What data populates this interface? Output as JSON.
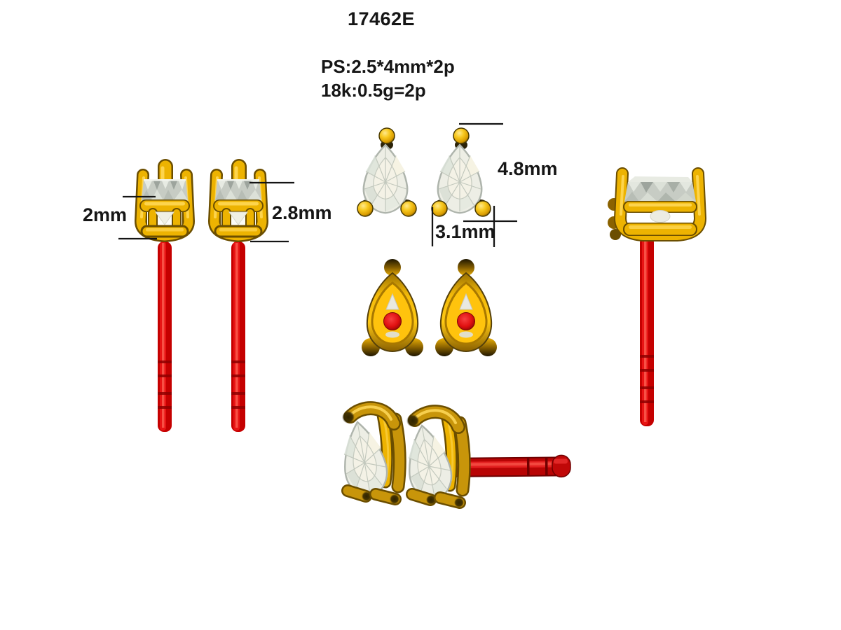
{
  "title": "17462E",
  "specs": {
    "stone_spec": "PS:2.5*4mm*2p",
    "metal_spec": "18k:0.5g=2p"
  },
  "dimensions": {
    "girdle_to_base": "2mm",
    "head_height": "2.8mm",
    "head_length": "4.8mm",
    "head_width": "3.1mm"
  },
  "colors": {
    "gold": "#EDB301",
    "gold_shadow": "#6B4E00",
    "gold_highlight": "#FFD95A",
    "post_red": "#DD0808",
    "stone": "#ECEDE4",
    "label_text": "#161616",
    "dimension_line": "#141414",
    "background": "#FFFFFF"
  }
}
